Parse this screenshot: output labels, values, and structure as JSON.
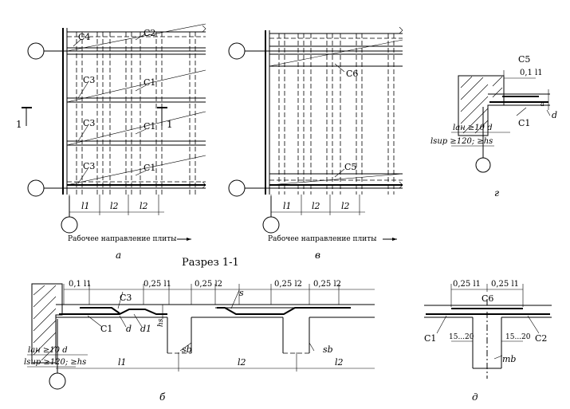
{
  "panels": {
    "a": {
      "letter": "а",
      "caption": "Рабочее направление плиты",
      "bars": [
        "С1",
        "С1",
        "С1",
        "С2",
        "С3",
        "С3",
        "С3",
        "С4"
      ],
      "spans": [
        "l1",
        "l2",
        "l2"
      ],
      "section_mark": "1"
    },
    "v": {
      "letter": "в",
      "caption": "Рабочее направление плиты",
      "bars": [
        "С5",
        "С6"
      ],
      "spans": [
        "l1",
        "l2",
        "l2"
      ]
    },
    "g": {
      "letter": "г",
      "labels": [
        "С5",
        "0,1 l1",
        "С1",
        "d",
        "a",
        "lан ≥10 d",
        "lsup ≥120; ≥hs"
      ]
    },
    "b": {
      "title": "Разрез 1-1",
      "letter": "б",
      "top_dims": [
        "0,1 l1",
        "0,25 l1",
        "0,25 l2",
        "0,25 l2",
        "0,25 l2"
      ],
      "labels": [
        "С3",
        "s",
        "С1",
        "d",
        "d1",
        "hs",
        "sb",
        "sb",
        "lан ≥10 d",
        "lsup ≥120; ≥hs"
      ],
      "spans": [
        "l1",
        "l2",
        "l2"
      ]
    },
    "d": {
      "letter": "д",
      "top_dims": [
        "0,25 l1",
        "0,25 l1"
      ],
      "labels": [
        "С6",
        "С1",
        "С2",
        "15...20",
        "15...20",
        "mb"
      ]
    }
  }
}
